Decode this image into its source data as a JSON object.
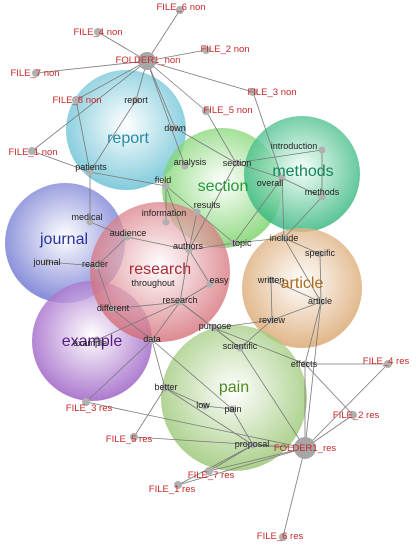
{
  "colors": {
    "report": "#3fa7bd",
    "section": "#3db34a",
    "methods": "#1aa06a",
    "journal": "#3848b0",
    "research": "#c73e48",
    "article": "#c88a3a",
    "example": "#7c3aa8",
    "pain": "#6aa43a",
    "file_text": "#c62828",
    "edge": "#7a7a7a"
  },
  "clusters": {
    "report": "report",
    "section": "section",
    "methods": "methods",
    "journal": "journal",
    "research": "research",
    "article": "article",
    "example": "example",
    "pain": "pain"
  },
  "folders": {
    "non": "FOLDER1_non",
    "res": "FOLDER1_res"
  },
  "files_non": {
    "f1": "FILE_1 non",
    "f2": "FILE_2 non",
    "f3": "FILE_3 non",
    "f4": "FILE_4 non",
    "f5": "FILE_5 non",
    "f6": "FILE_6 non",
    "f7": "FILE_7 non",
    "f8": "FILE_8 non"
  },
  "files_res": {
    "f1": "FILE_1 res",
    "f2": "FILE_2 res",
    "f3": "FILE_3 res",
    "f4": "FILE_4 res",
    "f5": "FILE_5 res",
    "f6": "FILE_6 res",
    "f7": "FILE_7 res"
  },
  "words": {
    "report": "report",
    "down": "down",
    "patients": "patients",
    "field": "field",
    "analysis": "analysis",
    "section": "section",
    "introduction": "introduction",
    "overall": "overall",
    "methods": "methods",
    "results": "results",
    "information": "information",
    "medical": "medical",
    "audience": "audience",
    "authors": "authors",
    "topic": "topic",
    "include": "include",
    "journal": "journal",
    "reader": "reader",
    "throughout": "throughout",
    "easy": "easy",
    "specific": "specific",
    "written": "written",
    "article": "article",
    "research": "research",
    "different": "different",
    "example": "example",
    "review": "review",
    "purpose": "purpose",
    "data": "data",
    "scientific": "scientific",
    "effects": "effects",
    "better": "better",
    "low": "low",
    "pain": "pain",
    "proposal": "proposal"
  }
}
